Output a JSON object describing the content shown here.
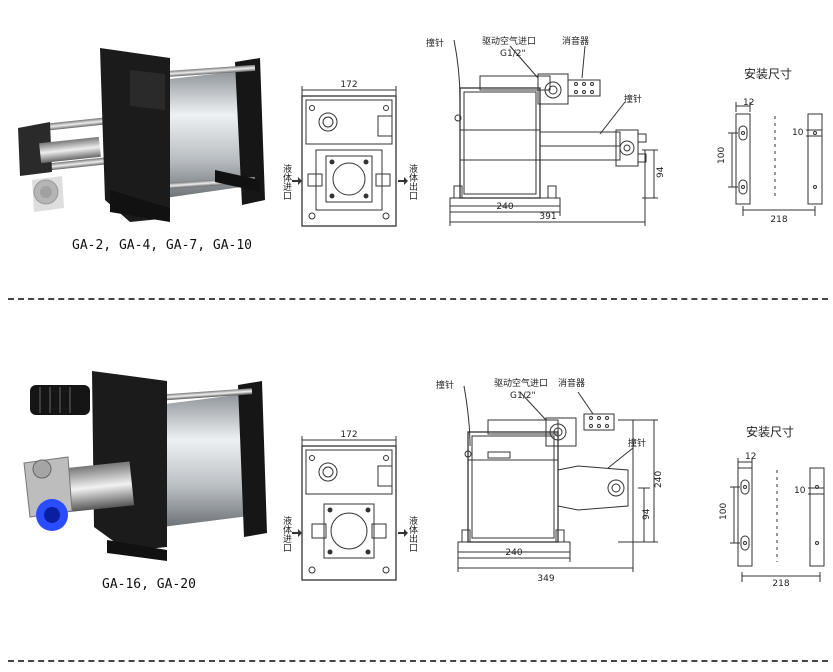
{
  "sections": [
    {
      "models": "GA-2, GA-4, GA-7, GA-10",
      "front": {
        "width_dim": "172",
        "inlet": "液体进口",
        "outlet": "液体出口"
      },
      "side": {
        "striker": "撞针",
        "air_inlet": "驱动空气进口",
        "air_inlet_size": "G1/2\"",
        "muffler": "消音器",
        "striker2": "撞针",
        "dim_height": "94",
        "dim_base": "240",
        "dim_total": "391"
      },
      "mount": {
        "title": "安装尺寸",
        "dim_top": "12",
        "dim_slot": "10",
        "dim_height": "100",
        "dim_width": "218"
      }
    },
    {
      "models": "GA-16, GA-20",
      "front": {
        "width_dim": "172",
        "inlet": "液体进口",
        "outlet": "液体出口"
      },
      "side": {
        "striker": "撞针",
        "air_inlet": "驱动空气进口",
        "air_inlet_size": "G1/2\"",
        "muffler": "消音器",
        "striker2": "撞针",
        "dim_height_total": "240",
        "dim_height": "94",
        "dim_base": "240",
        "dim_total": "349"
      },
      "mount": {
        "title": "安装尺寸",
        "dim_top": "12",
        "dim_slot": "10",
        "dim_height": "100",
        "dim_width": "218"
      }
    }
  ]
}
